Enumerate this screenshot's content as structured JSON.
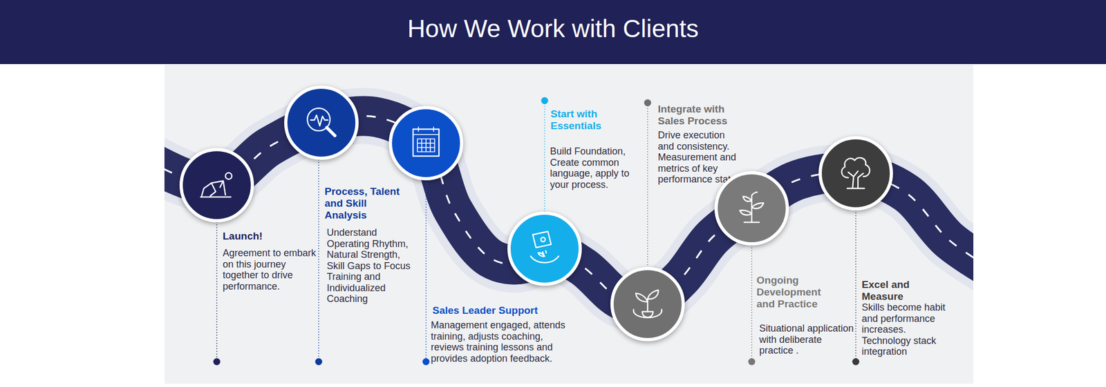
{
  "diagram": {
    "title": "How We Work with Clients",
    "nodes": [
      {
        "text": [
          "Launch!",
          "Agreement to embark on this journey together to drive performance."
        ]
      },
      {
        "text": [
          "Process, Talent and Skill Analysis",
          "Understand Operating Rhythm, Natural Strength, Skill Gaps to Focus Training and Individualized Coaching"
        ]
      },
      {
        "text": [
          "Sales Leader Support",
          "Management engaged, attends training, adjusts coaching, reviews training lessons and provides adoption feedback."
        ]
      },
      {
        "text": [
          "Start with Essentials",
          "Build Foundation, Create common language, apply to your process."
        ]
      },
      {
        "text": [
          "Integrate with Sales Process",
          "Drive execution and consistency. Measurement and metrics of key performance stats"
        ]
      },
      {
        "text": [
          "Ongoing Development and Practice",
          "Situational application with deliberate practice ."
        ]
      },
      {
        "text": [
          "Excel and Measure",
          "Skills become habit and performance increases. Technology stack integration"
        ]
      }
    ]
  }
}
